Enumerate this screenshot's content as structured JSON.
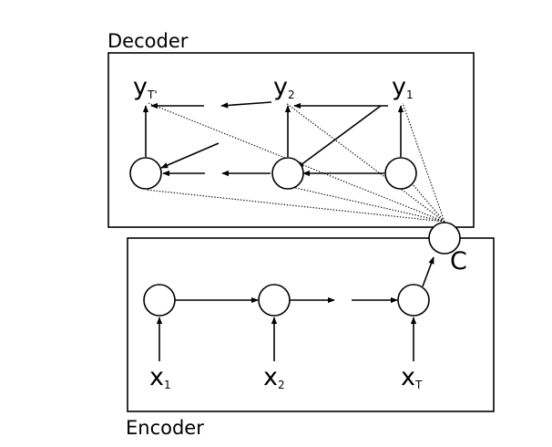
{
  "decoder": {
    "title": "Decoder",
    "outputs": [
      {
        "base": "y",
        "sub": "T'"
      },
      {
        "base": "y",
        "sub": "2"
      },
      {
        "base": "y",
        "sub": "1"
      }
    ]
  },
  "encoder": {
    "title": "Encoder",
    "inputs": [
      {
        "base": "x",
        "sub": "1"
      },
      {
        "base": "x",
        "sub": "2"
      },
      {
        "base": "x",
        "sub": "T"
      }
    ]
  },
  "context": {
    "label": "C"
  }
}
